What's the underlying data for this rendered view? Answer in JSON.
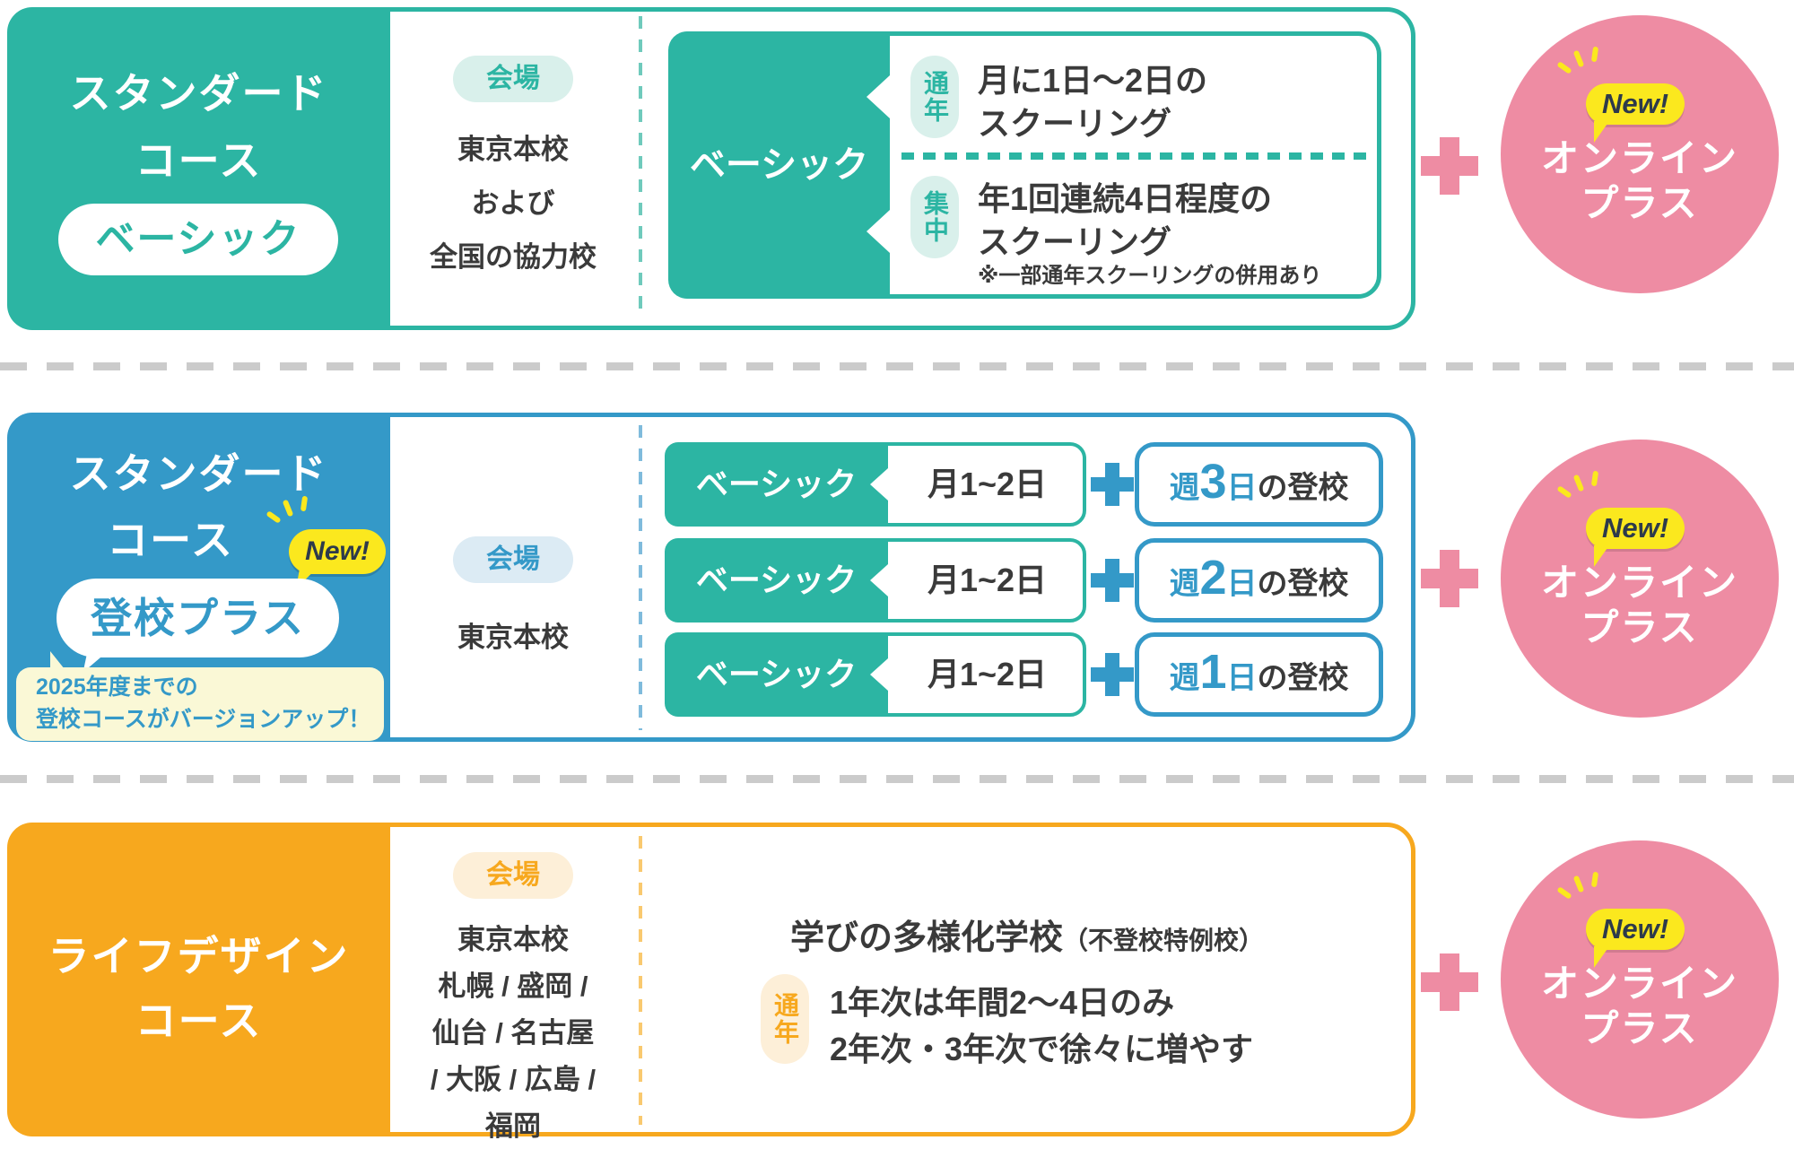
{
  "colors": {
    "teal": "#2CB5A3",
    "teal_light": "#D9F0EB",
    "blue": "#3499C8",
    "blue_light": "#DCEBF4",
    "orange": "#F7A81E",
    "orange_light": "#FDEFD8",
    "pink": "#EE8CA3",
    "yellow": "#FBE81E",
    "yellow_light": "#FAF8D6",
    "text_dark": "#3A3A3A"
  },
  "row1": {
    "title_line1": "スタンダード",
    "title_line2": "コース",
    "badge": "ベーシック",
    "venue_label": "会場",
    "venue_line1": "東京本校",
    "venue_line2": "および",
    "venue_line3": "全国の協力校",
    "inner_label": "ベーシック",
    "schedule_a_tag": "通年",
    "schedule_a_line1": "月に1日〜2日の",
    "schedule_a_line2": "スクーリング",
    "schedule_b_tag": "集中",
    "schedule_b_line1": "年1回連続4日程度の",
    "schedule_b_line2": "スクーリング",
    "schedule_b_note": "※一部通年スクーリングの併用あり",
    "circle": {
      "badge": "New!",
      "line1": "オンライン",
      "line2": "プラス"
    }
  },
  "row2": {
    "title_line1": "スタンダード",
    "title_line2": "コース",
    "new_badge": "New!",
    "badge": "登校プラス",
    "callout_line1": "2025年度までの",
    "callout_line2": "登校コースがバージョンアップ！",
    "venue_label": "会場",
    "venue_line1": "東京本校",
    "week_prefix": "週",
    "week_unit": "日",
    "week_suffix": "の登校",
    "combos": [
      {
        "left": "ベーシック",
        "right": "月1~2日",
        "week_num": "3"
      },
      {
        "left": "ベーシック",
        "right": "月1~2日",
        "week_num": "2"
      },
      {
        "left": "ベーシック",
        "right": "月1~2日",
        "week_num": "1"
      }
    ],
    "circle": {
      "badge": "New!",
      "line1": "オンライン",
      "line2": "プラス"
    }
  },
  "row3": {
    "title_line1": "ライフデザイン",
    "title_line2": "コース",
    "venue_label": "会場",
    "venue_line1": "東京本校",
    "venue_line2": "札幌 / 盛岡 /",
    "venue_line3": "仙台 / 名古屋",
    "venue_line4": "/ 大阪 / 広島 /",
    "venue_line5": "福岡",
    "school_title": "学びの多様化学校",
    "school_note": "（不登校特例校）",
    "tag": "通年",
    "desc_line1": "1年次は年間2〜4日のみ",
    "desc_line2": "2年次・3年次で徐々に増やす",
    "circle": {
      "badge": "New!",
      "line1": "オンライン",
      "line2": "プラス"
    }
  }
}
